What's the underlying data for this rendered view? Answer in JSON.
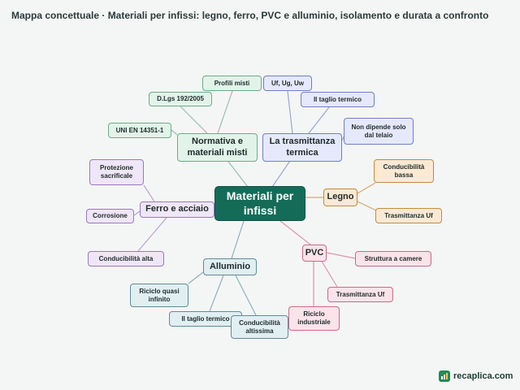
{
  "title": "Mappa concettuale · Materiali per infissi: legno, ferro, PVC e alluminio, isolamento e durata a confronto",
  "center": "Materiali per infissi",
  "branches": {
    "normativa": {
      "label": "Normativa e materiali misti",
      "leaves": [
        "Profili misti",
        "D.Lgs 192/2005",
        "UNI EN 14351-1"
      ]
    },
    "trasmittanza": {
      "label": "La trasmittanza termica",
      "leaves": [
        "Uf, Ug, Uw",
        "Il taglio termico",
        "Non dipende solo dal telaio"
      ]
    },
    "legno": {
      "label": "Legno",
      "leaves": [
        "Conducibilità bassa",
        "Trasmittanza Uf"
      ]
    },
    "ferro": {
      "label": "Ferro e acciaio",
      "leaves": [
        "Protezione sacrificale",
        "Corrosione",
        "Conducibilità alta"
      ]
    },
    "alluminio": {
      "label": "Alluminio",
      "leaves": [
        "Riciclo quasi infinito",
        "Il taglio termico",
        "Conducibilità altissima"
      ]
    },
    "pvc": {
      "label": "PVC",
      "leaves": [
        "Struttura a camere",
        "Trasmittanza Uf",
        "Riciclo industriale"
      ]
    }
  },
  "colors": {
    "center": "#146b58",
    "normativa": "#6eab88",
    "trasmittanza": "#6f7fc8",
    "legno": "#c58a3c",
    "ferro": "#9a77c2",
    "alluminio": "#5f8c99",
    "pvc": "#cb6a86"
  },
  "logo": {
    "text": "recaplica.com",
    "icon": "recaplica-logo-icon"
  }
}
